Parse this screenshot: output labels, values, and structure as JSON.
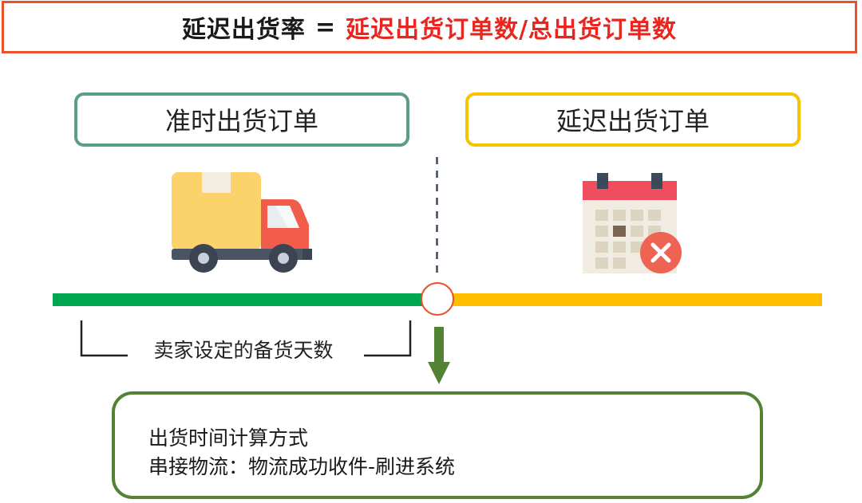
{
  "formula": {
    "lhs": "延迟出货率",
    "eq": "=",
    "rhs": "延迟出货订单数/总出货订单数",
    "lhs_color": "#1a1a1a",
    "rhs_color": "#e8251f",
    "border_color": "#e8512a"
  },
  "ontime_label": "准时出货订单",
  "delayed_label": "延迟出货订单",
  "bracket_label": "卖家设定的备货天数",
  "method": {
    "line1": "出货时间计算方式",
    "line2": "串接物流：物流成功收件-刷进系统"
  },
  "colors": {
    "ontime_border": "#5a9e84",
    "delayed_border": "#f5c300",
    "ontime_bar": "#00a650",
    "delayed_bar": "#ffbf00",
    "milestone_ring": "#e8512a",
    "method_border": "#548235",
    "arrow": "#548235"
  },
  "icons": {
    "ontime": "delivery-truck-icon",
    "delayed": "calendar-cancel-icon",
    "flow": "arrow-down-icon"
  }
}
